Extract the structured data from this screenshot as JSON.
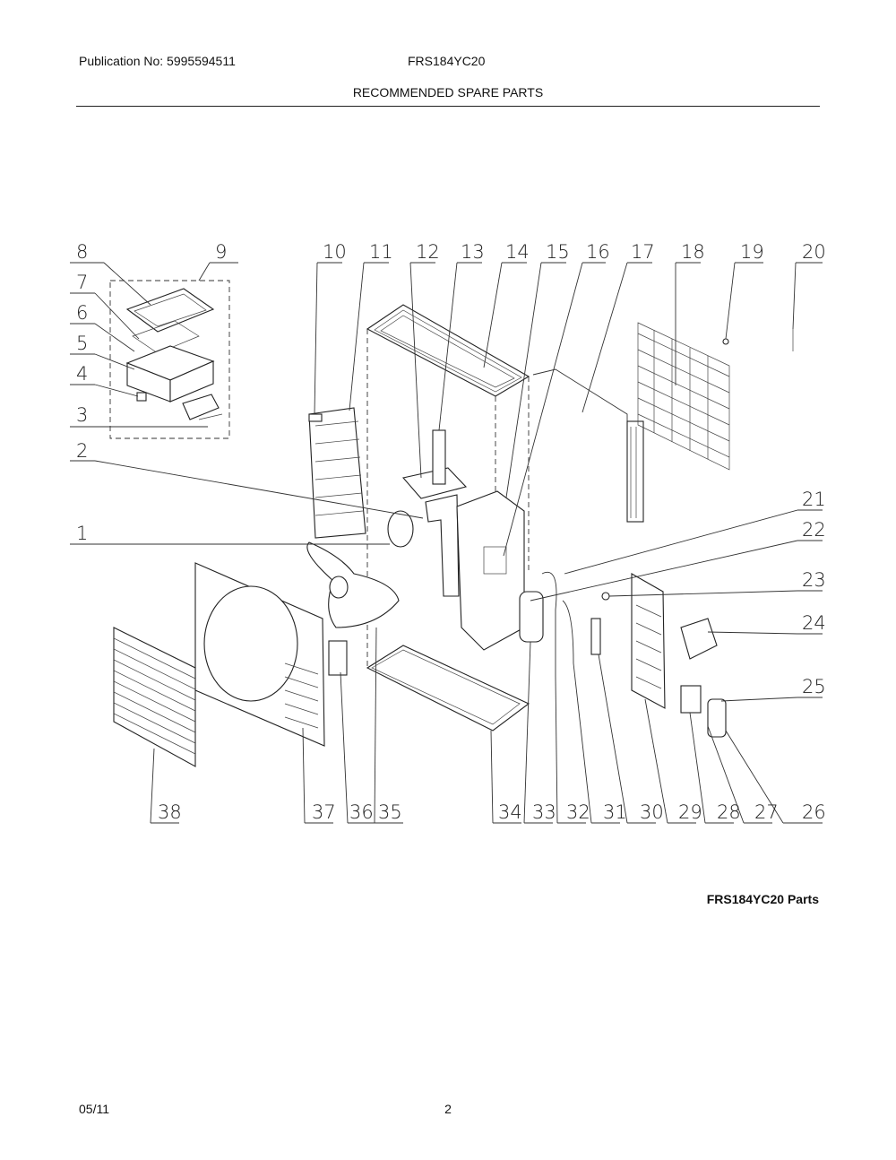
{
  "header": {
    "publication": "Publication No: 5995594511",
    "model": "FRS184YC20",
    "title": "RECOMMENDED SPARE PARTS"
  },
  "diagram": {
    "callouts": [
      "1",
      "2",
      "3",
      "4",
      "5",
      "6",
      "7",
      "8",
      "9",
      "10",
      "11",
      "12",
      "13",
      "14",
      "15",
      "16",
      "17",
      "18",
      "19",
      "20",
      "21",
      "22",
      "23",
      "24",
      "25",
      "26",
      "27",
      "28",
      "29",
      "30",
      "31",
      "32",
      "33",
      "34",
      "35",
      "36",
      "37",
      "38"
    ]
  },
  "caption": "FRS184YC20 Parts",
  "footer": {
    "date": "05/11",
    "page": "2"
  }
}
